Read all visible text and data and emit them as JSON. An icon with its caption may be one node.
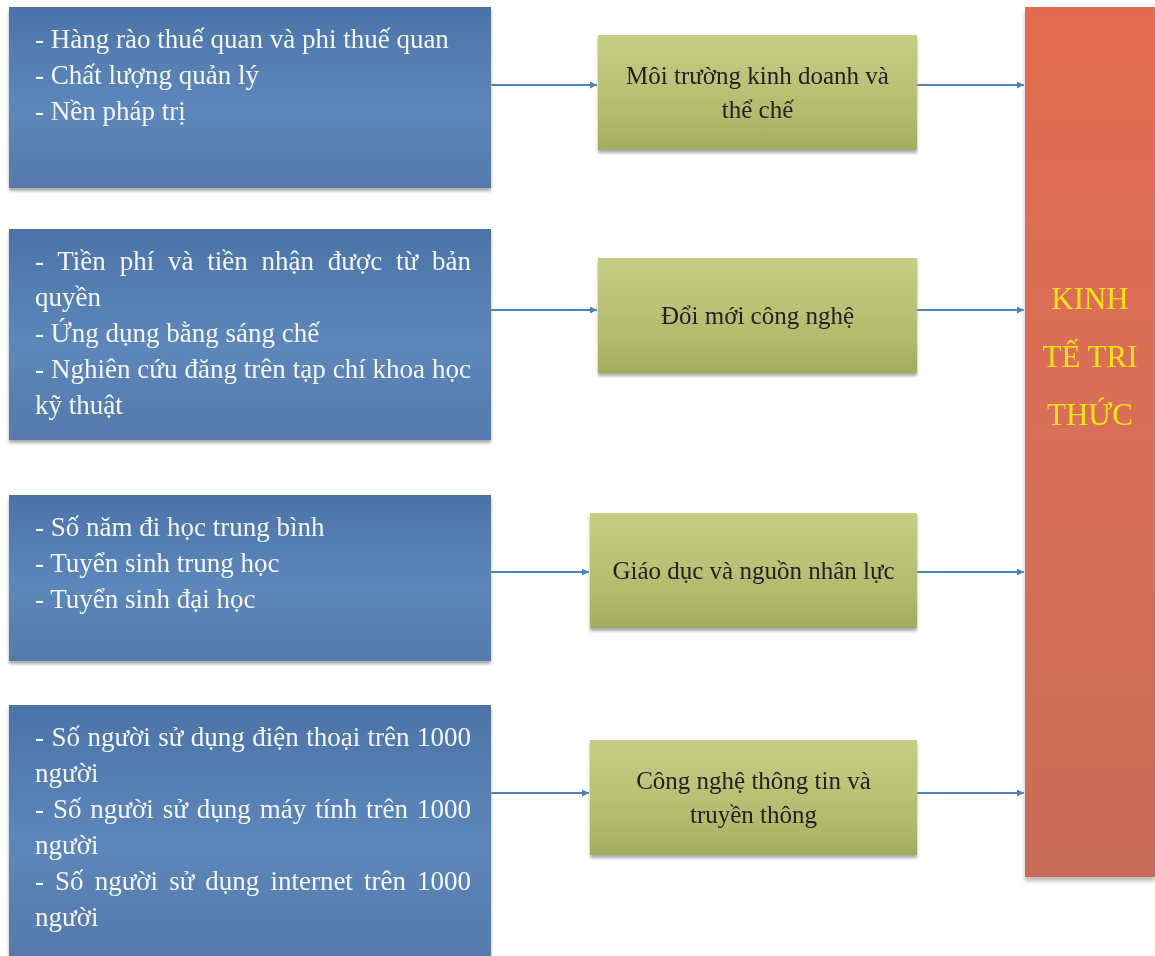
{
  "diagram": {
    "nodes": [
      {
        "text": [
          "- Hàng rào thuế quan và phi thuế quan",
          "- Chất lượng quản lý",
          "- Nền pháp trị"
        ]
      },
      {
        "text": [
          "Môi trường kinh doanh và thể chế"
        ]
      },
      {
        "text": [
          "- Tiền phí và tiền nhận được từ bản quyền",
          "- Ứng dụng bằng sáng chế",
          "- Nghiên cứu đăng trên tạp chí khoa học kỹ thuật"
        ]
      },
      {
        "text": [
          "Đổi mới công nghệ"
        ]
      },
      {
        "text": [
          "- Số năm đi học trung bình",
          "- Tuyển sinh trung học",
          "- Tuyển sinh đại học"
        ]
      },
      {
        "text": [
          "Giáo dục và nguồn nhân lực"
        ]
      },
      {
        "text": [
          "- Số người sử dụng điện thoại trên 1000 người",
          "- Số người sử dụng máy tính trên 1000 người",
          "- Số người sử dụng internet trên 1000 người"
        ]
      },
      {
        "text": [
          "Công nghệ thông tin và truyền thông"
        ]
      },
      {
        "text": [
          "KINH TẾ TRI THỨC"
        ]
      }
    ],
    "edges": [
      {
        "from": 0,
        "to": 1,
        "arrow": "to"
      },
      {
        "from": 2,
        "to": 3,
        "arrow": "to"
      },
      {
        "from": 4,
        "to": 5,
        "arrow": "to"
      },
      {
        "from": 6,
        "to": 7,
        "arrow": "to"
      },
      {
        "from": 1,
        "to": 8,
        "arrow": "to"
      },
      {
        "from": 3,
        "to": 8,
        "arrow": "to"
      },
      {
        "from": 5,
        "to": 8,
        "arrow": "to"
      },
      {
        "from": 7,
        "to": 8,
        "arrow": "to"
      }
    ]
  }
}
